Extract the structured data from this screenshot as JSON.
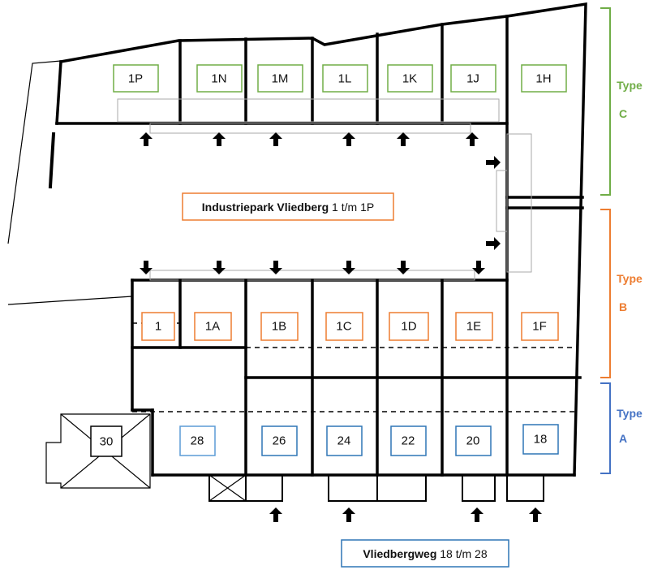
{
  "colors": {
    "type_c": "#70ad47",
    "type_b": "#ed7d31",
    "type_a": "#2e75b6",
    "type_a_light": "#5b9bd5"
  },
  "units_type_c": [
    "1P",
    "1N",
    "1M",
    "1L",
    "1K",
    "1J",
    "1H"
  ],
  "units_type_b": [
    "1",
    "1A",
    "1B",
    "1C",
    "1D",
    "1E",
    "1F"
  ],
  "units_type_a": [
    "28",
    "26",
    "24",
    "22",
    "20",
    "18"
  ],
  "unit_30": "30",
  "types": [
    {
      "word": "Type",
      "letter": "C"
    },
    {
      "word": "Type",
      "letter": "B"
    },
    {
      "word": "Type",
      "letter": "A"
    }
  ],
  "streets": {
    "industriepark": {
      "name": "Industriepark Vliedberg",
      "range": " 1 t/m 1P"
    },
    "vliedbergweg": {
      "name": "Vliedbergweg",
      "range": " 18 t/m 28"
    }
  },
  "icons": {
    "entrance": "arrow-icon"
  }
}
